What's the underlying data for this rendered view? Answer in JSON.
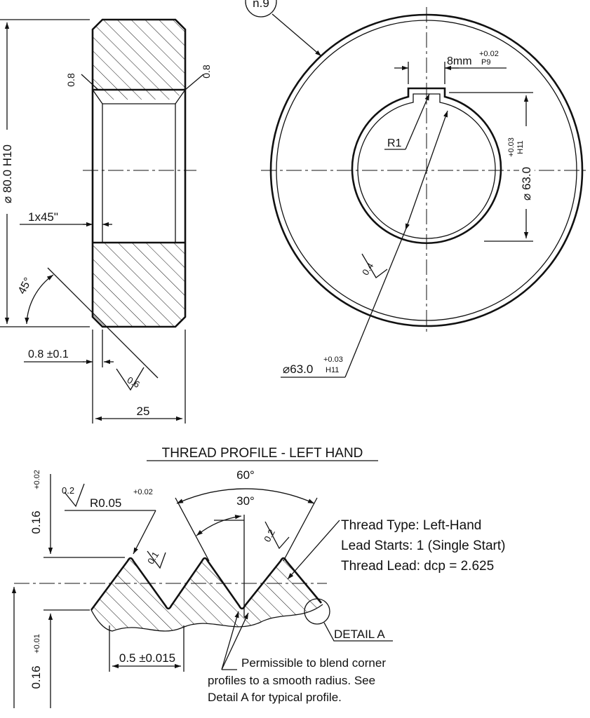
{
  "labels": {
    "balloon": "n.9",
    "od_dim": "⌀ 80.0 H10",
    "chamfer_left": "0.8",
    "chamfer_right": "0.8",
    "bore_chamfer": "1x45\"",
    "angle_45": "45°",
    "offset": "0.8 ±0.1",
    "finish_06": "0.6",
    "width": "25",
    "keyway": "8mm",
    "keyway_tol_top": "+0.02",
    "keyway_tol_bot": "P9",
    "r1": "R1",
    "bore_dia_vert": "⌀ 63.0",
    "bore_dia_vert_top": "+0.03",
    "bore_dia_vert_bot": "H11",
    "finish_04": "0.4",
    "bore_dia_lead": "⌀63.0",
    "bore_dia_lead_top": "+0.03",
    "bore_dia_lead_bot": "H11"
  },
  "thread": {
    "title": "THREAD PROFILE - LEFT HAND",
    "angle_60": "60°",
    "angle_30": "30°",
    "finish_02_left": "0.2",
    "radius": "R0.05",
    "radius_tol": "+0.02",
    "finish_02_right": "0.2",
    "finish_01": "0.1",
    "height_top": "0.16",
    "height_top_tol": "+0.02",
    "height_bot": "0.16",
    "height_bot_tol": "+0.01",
    "pitch": "0.5 ±0.015",
    "detail_a": "DETAIL A",
    "spec_1": "Thread Type: Left-Hand",
    "spec_2": "Lead Starts:  1 (Single Start)",
    "spec_3": "Thread Lead: dcp = 2.625",
    "note_1": "Permissible to blend corner",
    "note_2": "profiles to a smooth radius. See",
    "note_3": "Detail A for typical profile."
  }
}
